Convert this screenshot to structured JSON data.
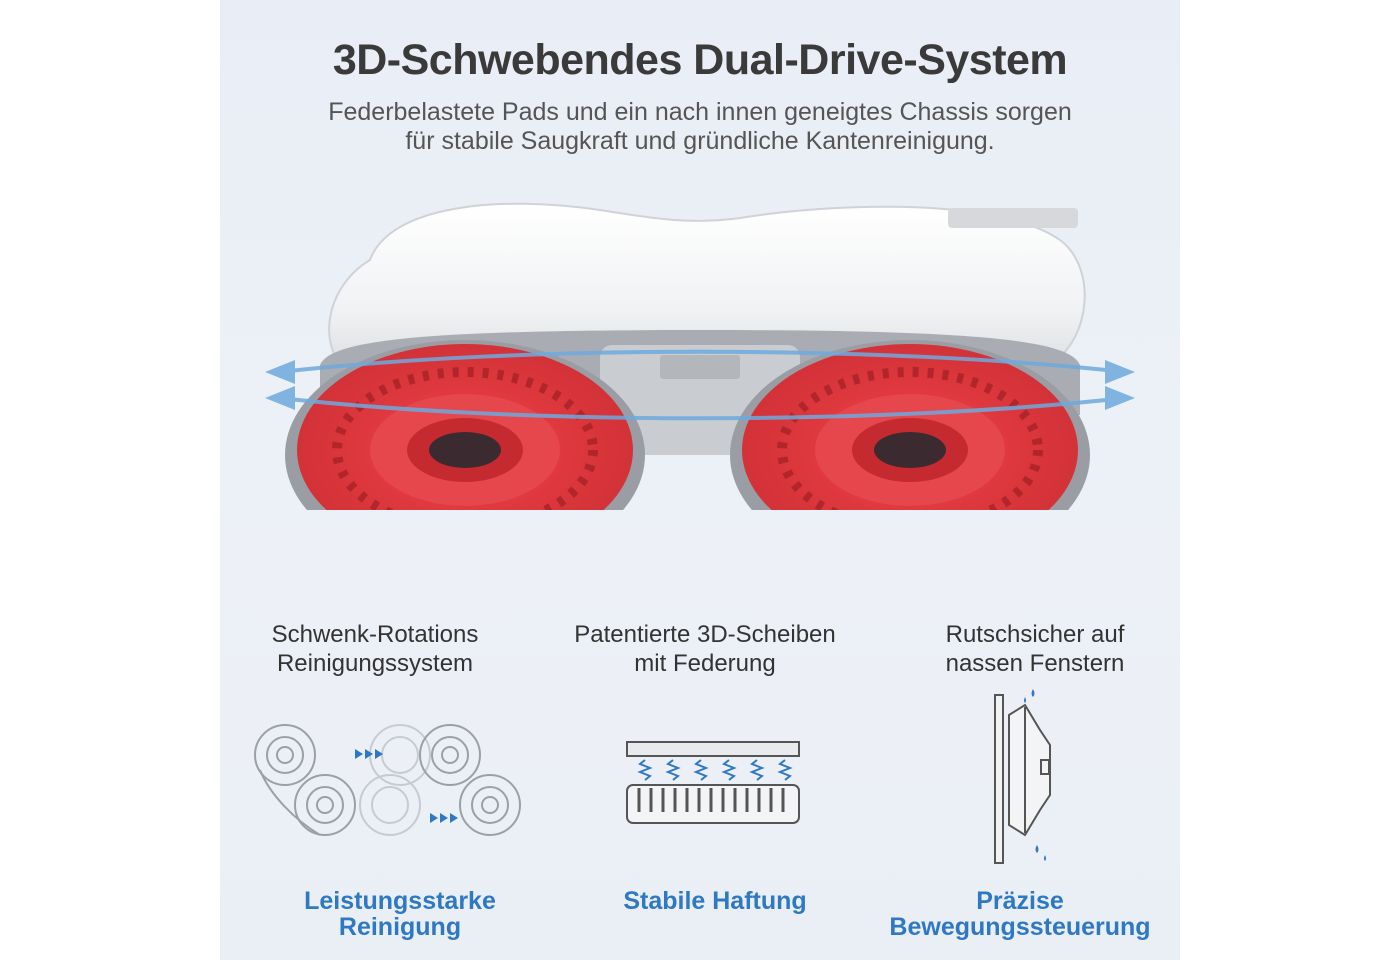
{
  "header": {
    "title": "3D-Schwebendes Dual-Drive-System",
    "subtitle_line1": "Federbelastete Pads und ein nach innen geneigtes Chassis sorgen",
    "subtitle_line2": "für stabile Saugkraft und gründliche Kantenreinigung."
  },
  "features": [
    {
      "line1": "Schwenk-Rotations",
      "line2": "Reinigungssystem",
      "benefit1": "Leistungsstarke",
      "benefit2": "Reinigung",
      "icon": "swivel-rotation-icon"
    },
    {
      "line1": "Patentierte 3D-Scheiben",
      "line2": "mit Federung",
      "benefit1": "Stabile Haftung",
      "benefit2": "",
      "icon": "spring-disc-icon"
    },
    {
      "line1": "Rutschsicher auf",
      "line2": "nassen Fenstern",
      "benefit1": "Präzise",
      "benefit2": "Bewegungssteuerung",
      "icon": "wet-window-icon"
    }
  ],
  "colors": {
    "accent": "#2f78c4",
    "pad_red": "#d9343b",
    "title": "#3a3a3a",
    "arrow_blue": "#6fa9de"
  }
}
